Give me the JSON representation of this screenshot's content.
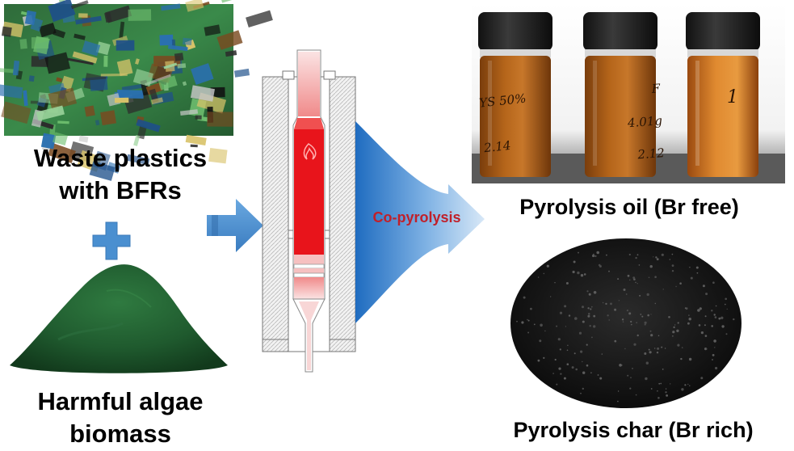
{
  "inputs": {
    "plastics_label_line1": "Waste plastics",
    "plastics_label_line2": "with BFRs",
    "algae_label_line1": "Harmful algae",
    "algae_label_line2": "biomass"
  },
  "process": {
    "label": "Co-pyrolysis"
  },
  "products": {
    "oil_label": "Pyrolysis oil (Br free)",
    "char_label": "Pyrolysis char (Br rich)",
    "vial_1_markings": "YS 50%\n2.14",
    "vial_2_markings": "F\n4.01g\n2.12",
    "vial_3_markings": "1"
  },
  "colors": {
    "reactor_red": "#e8141b",
    "arrow_blue": "#4a8fd0",
    "process_text": "#c0202a",
    "algae_green": "#1f5a2e",
    "char_black": "#141414",
    "oil_amber": "#b5651a"
  }
}
